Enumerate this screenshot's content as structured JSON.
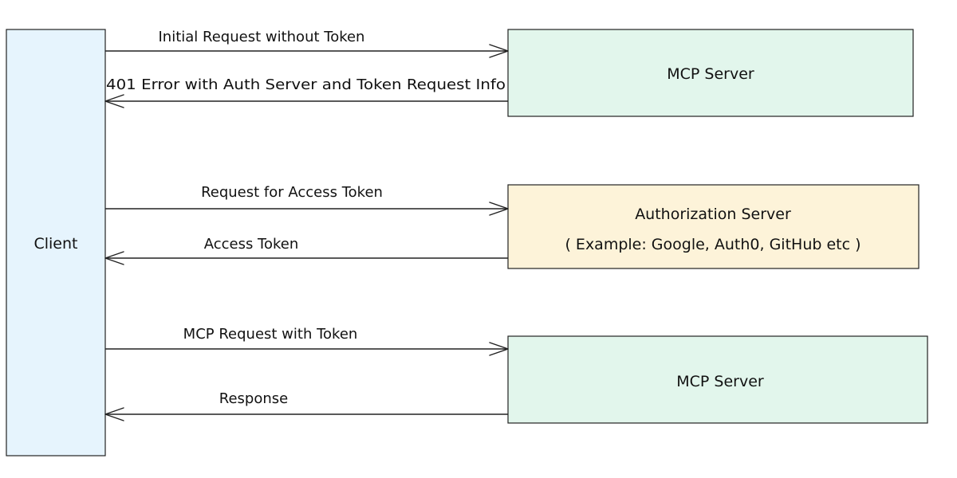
{
  "colors": {
    "client_fill": "#e6f4fd",
    "mcp_fill": "#e2f6ec",
    "auth_fill": "#fdf3d9",
    "stroke": "#222222"
  },
  "nodes": {
    "client": {
      "label": "Client"
    },
    "mcp_server_top": {
      "label": "MCP Server"
    },
    "auth_server": {
      "label": "Authorization Server",
      "sublabel": "( Example: Google, Auth0, GitHub etc )"
    },
    "mcp_server_bottom": {
      "label": "MCP Server"
    }
  },
  "arrows": [
    {
      "label": "Initial Request without Token",
      "direction": "client-to-server"
    },
    {
      "label": "401 Error with Auth Server and Token Request Info",
      "direction": "server-to-client"
    },
    {
      "label": "Request for Access Token",
      "direction": "client-to-server"
    },
    {
      "label": "Access Token",
      "direction": "server-to-client"
    },
    {
      "label": "MCP Request with Token",
      "direction": "client-to-server"
    },
    {
      "label": "Response",
      "direction": "server-to-client"
    }
  ]
}
